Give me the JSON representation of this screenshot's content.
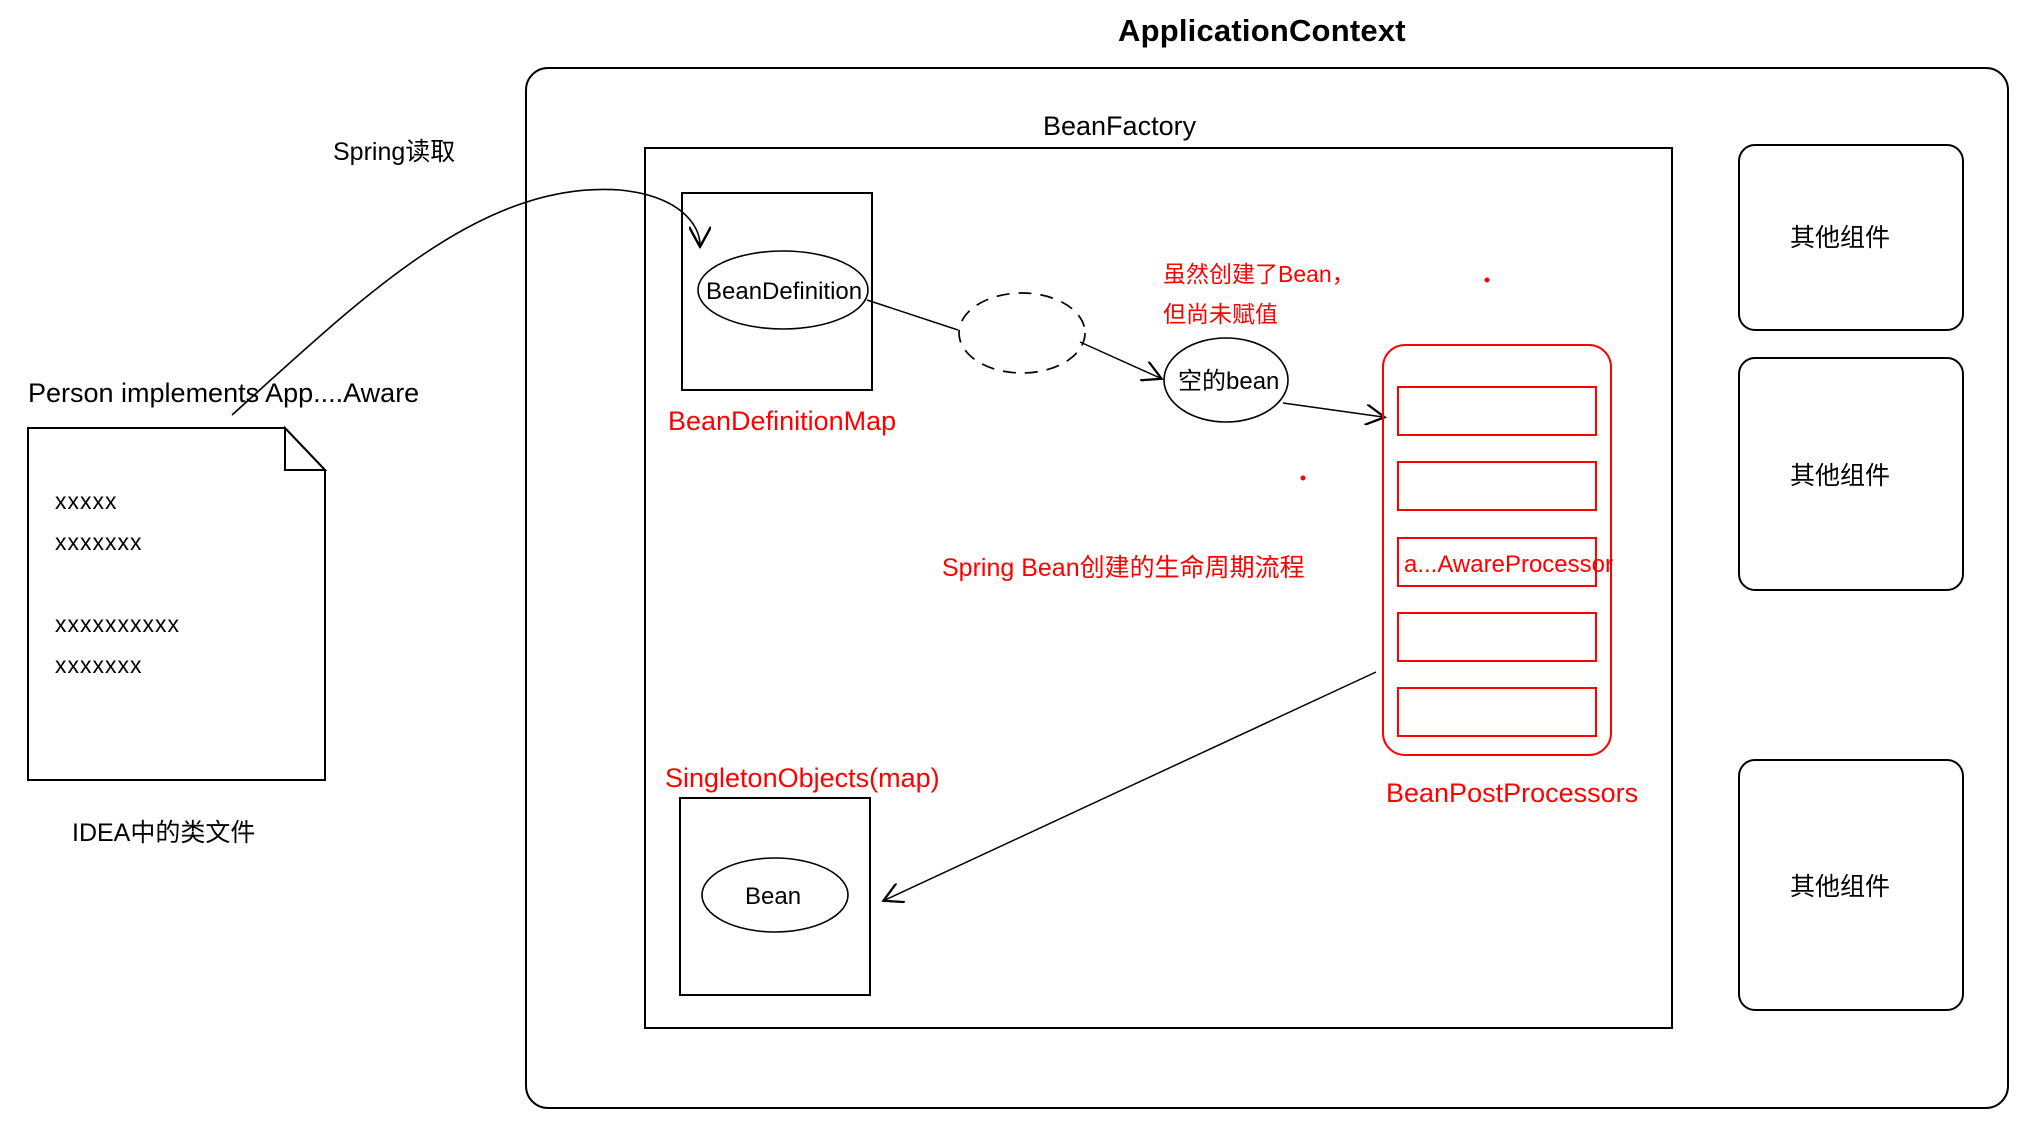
{
  "diagram": {
    "title": "ApplicationContext",
    "background_color": "#ffffff",
    "stroke_color": "#000000",
    "accent_color": "#ff0000"
  },
  "application_context": {
    "title": "ApplicationContext"
  },
  "bean_factory": {
    "title": "BeanFactory"
  },
  "source_file": {
    "header": "Person implements App....Aware",
    "lines": [
      "xxxxx",
      "xxxxxxx",
      "xxxxxxxxxx",
      "xxxxxxx"
    ],
    "caption": "IDEA中的类文件"
  },
  "edges": {
    "spring_read": "Spring读取"
  },
  "bean_definition_map": {
    "node_label": "BeanDefinition",
    "tag": "BeanDefinitionMap"
  },
  "intermediate": {
    "dashed_node_label": ""
  },
  "empty_bean": {
    "node_label": "空的bean",
    "annotation_line1": "虽然创建了Bean，",
    "annotation_line2": "但尚未赋值"
  },
  "lifecycle_note": "Spring Bean创建的生命周期流程",
  "bean_post_processors": {
    "tag": "BeanPostProcessors",
    "items": [
      "",
      "",
      "a...AwareProcessor",
      "",
      ""
    ]
  },
  "singleton_objects": {
    "tag": "SingletonObjects(map)",
    "node_label": "Bean"
  },
  "other_components": [
    {
      "label": "其他组件"
    },
    {
      "label": "其他组件"
    },
    {
      "label": "其他组件"
    }
  ]
}
